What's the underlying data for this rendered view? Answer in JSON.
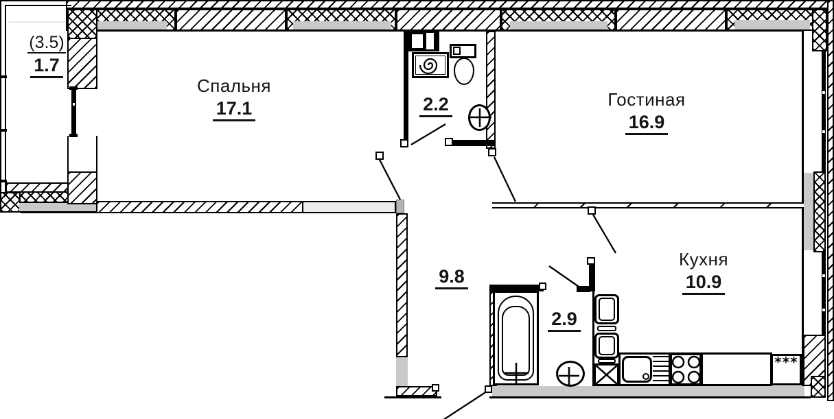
{
  "rooms": {
    "balcony": {
      "note": "(3.5)",
      "area": "1.7"
    },
    "bedroom": {
      "name": "Спальня",
      "area": "17.1"
    },
    "wc": {
      "area": "2.2"
    },
    "living": {
      "name": "Гостиная",
      "area": "16.9"
    },
    "hallway": {
      "area": "9.8"
    },
    "bathroom": {
      "area": "2.9"
    },
    "kitchen": {
      "name": "Кухня",
      "area": "10.9"
    }
  },
  "kitchen_marker": "***",
  "colors": {
    "line": "#000000",
    "window_sill_gray": "#c9c9c9",
    "light_wall_fill": "#ededed",
    "background": "#ffffff"
  }
}
